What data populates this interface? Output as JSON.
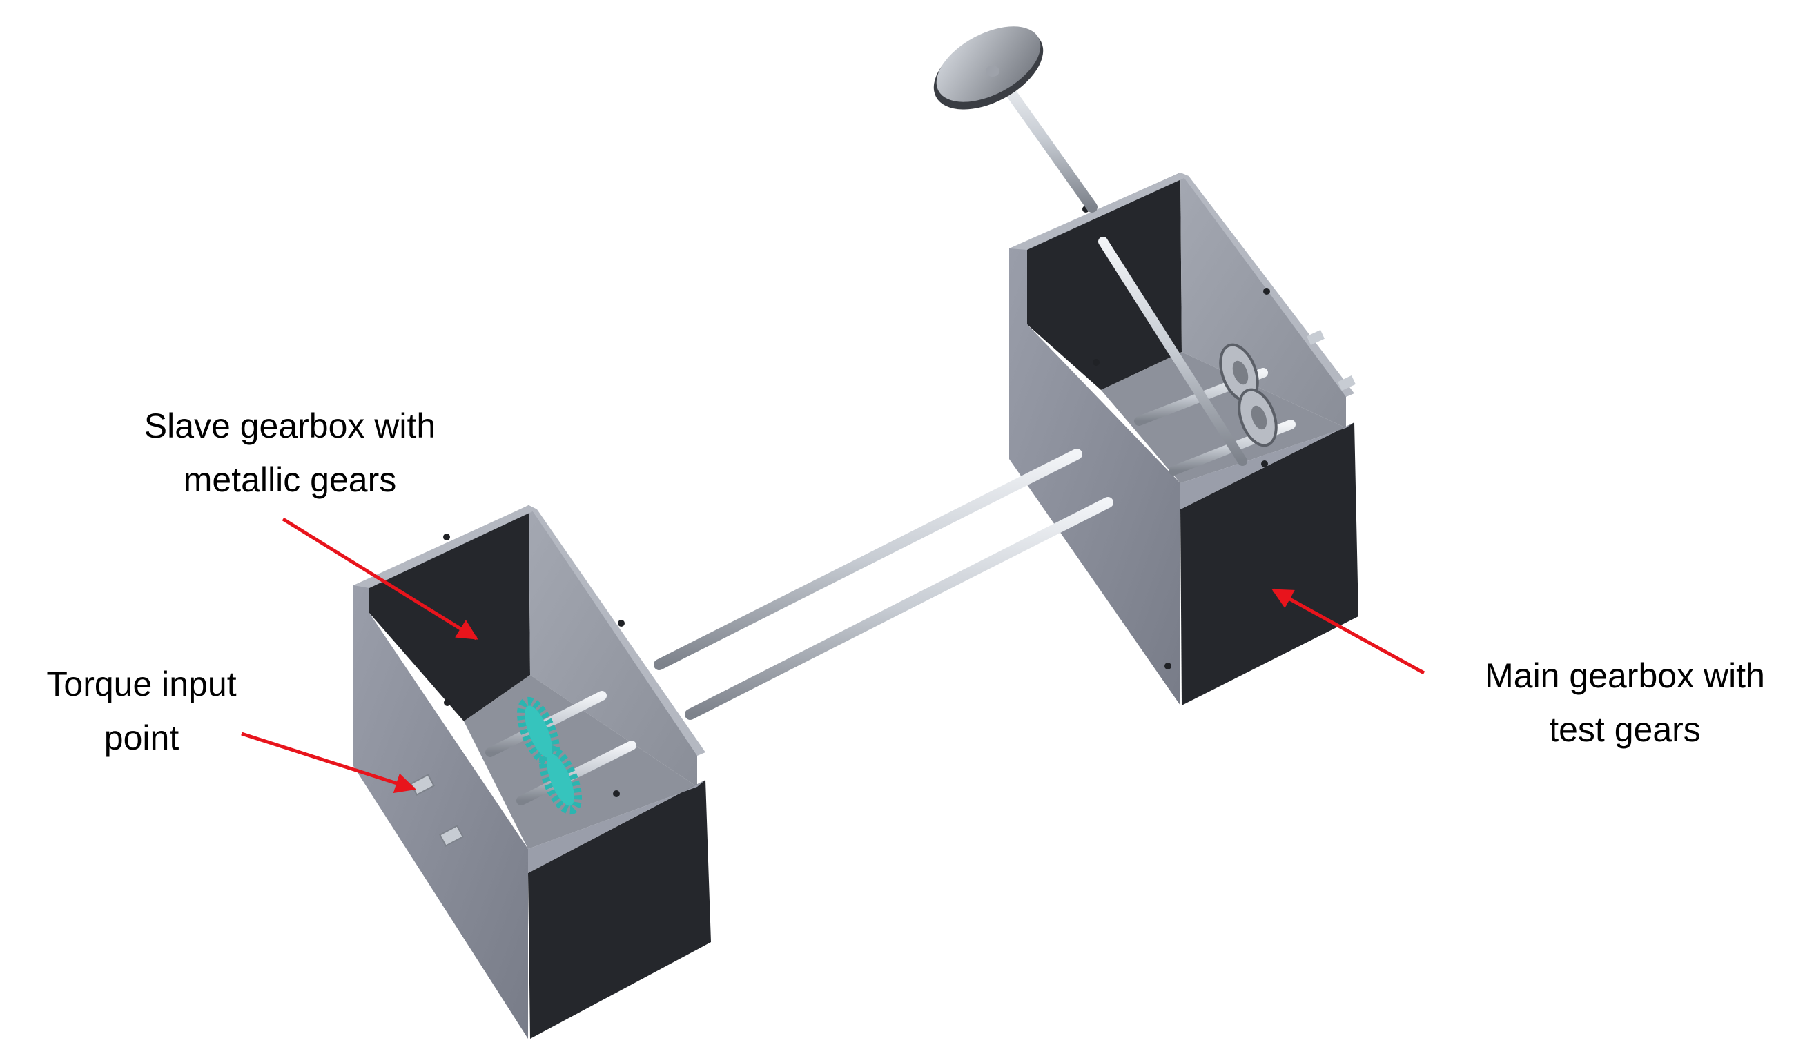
{
  "labels": {
    "slave_gearbox": [
      "Slave gearbox with",
      "metallic gears"
    ],
    "torque_input": [
      "Torque input",
      "point"
    ],
    "main_gearbox": [
      "Main gearbox with",
      "test gears"
    ]
  },
  "colors": {
    "housing_light": "#8a8e9a",
    "housing_mid": "#72767f",
    "housing_dark": "#25272c",
    "housing_top": "#a6aab4",
    "shaft": "#c7ccd3",
    "shaft_edge": "#7d828b",
    "gear": "#2bb5b0",
    "arrow": "#e8141c"
  }
}
